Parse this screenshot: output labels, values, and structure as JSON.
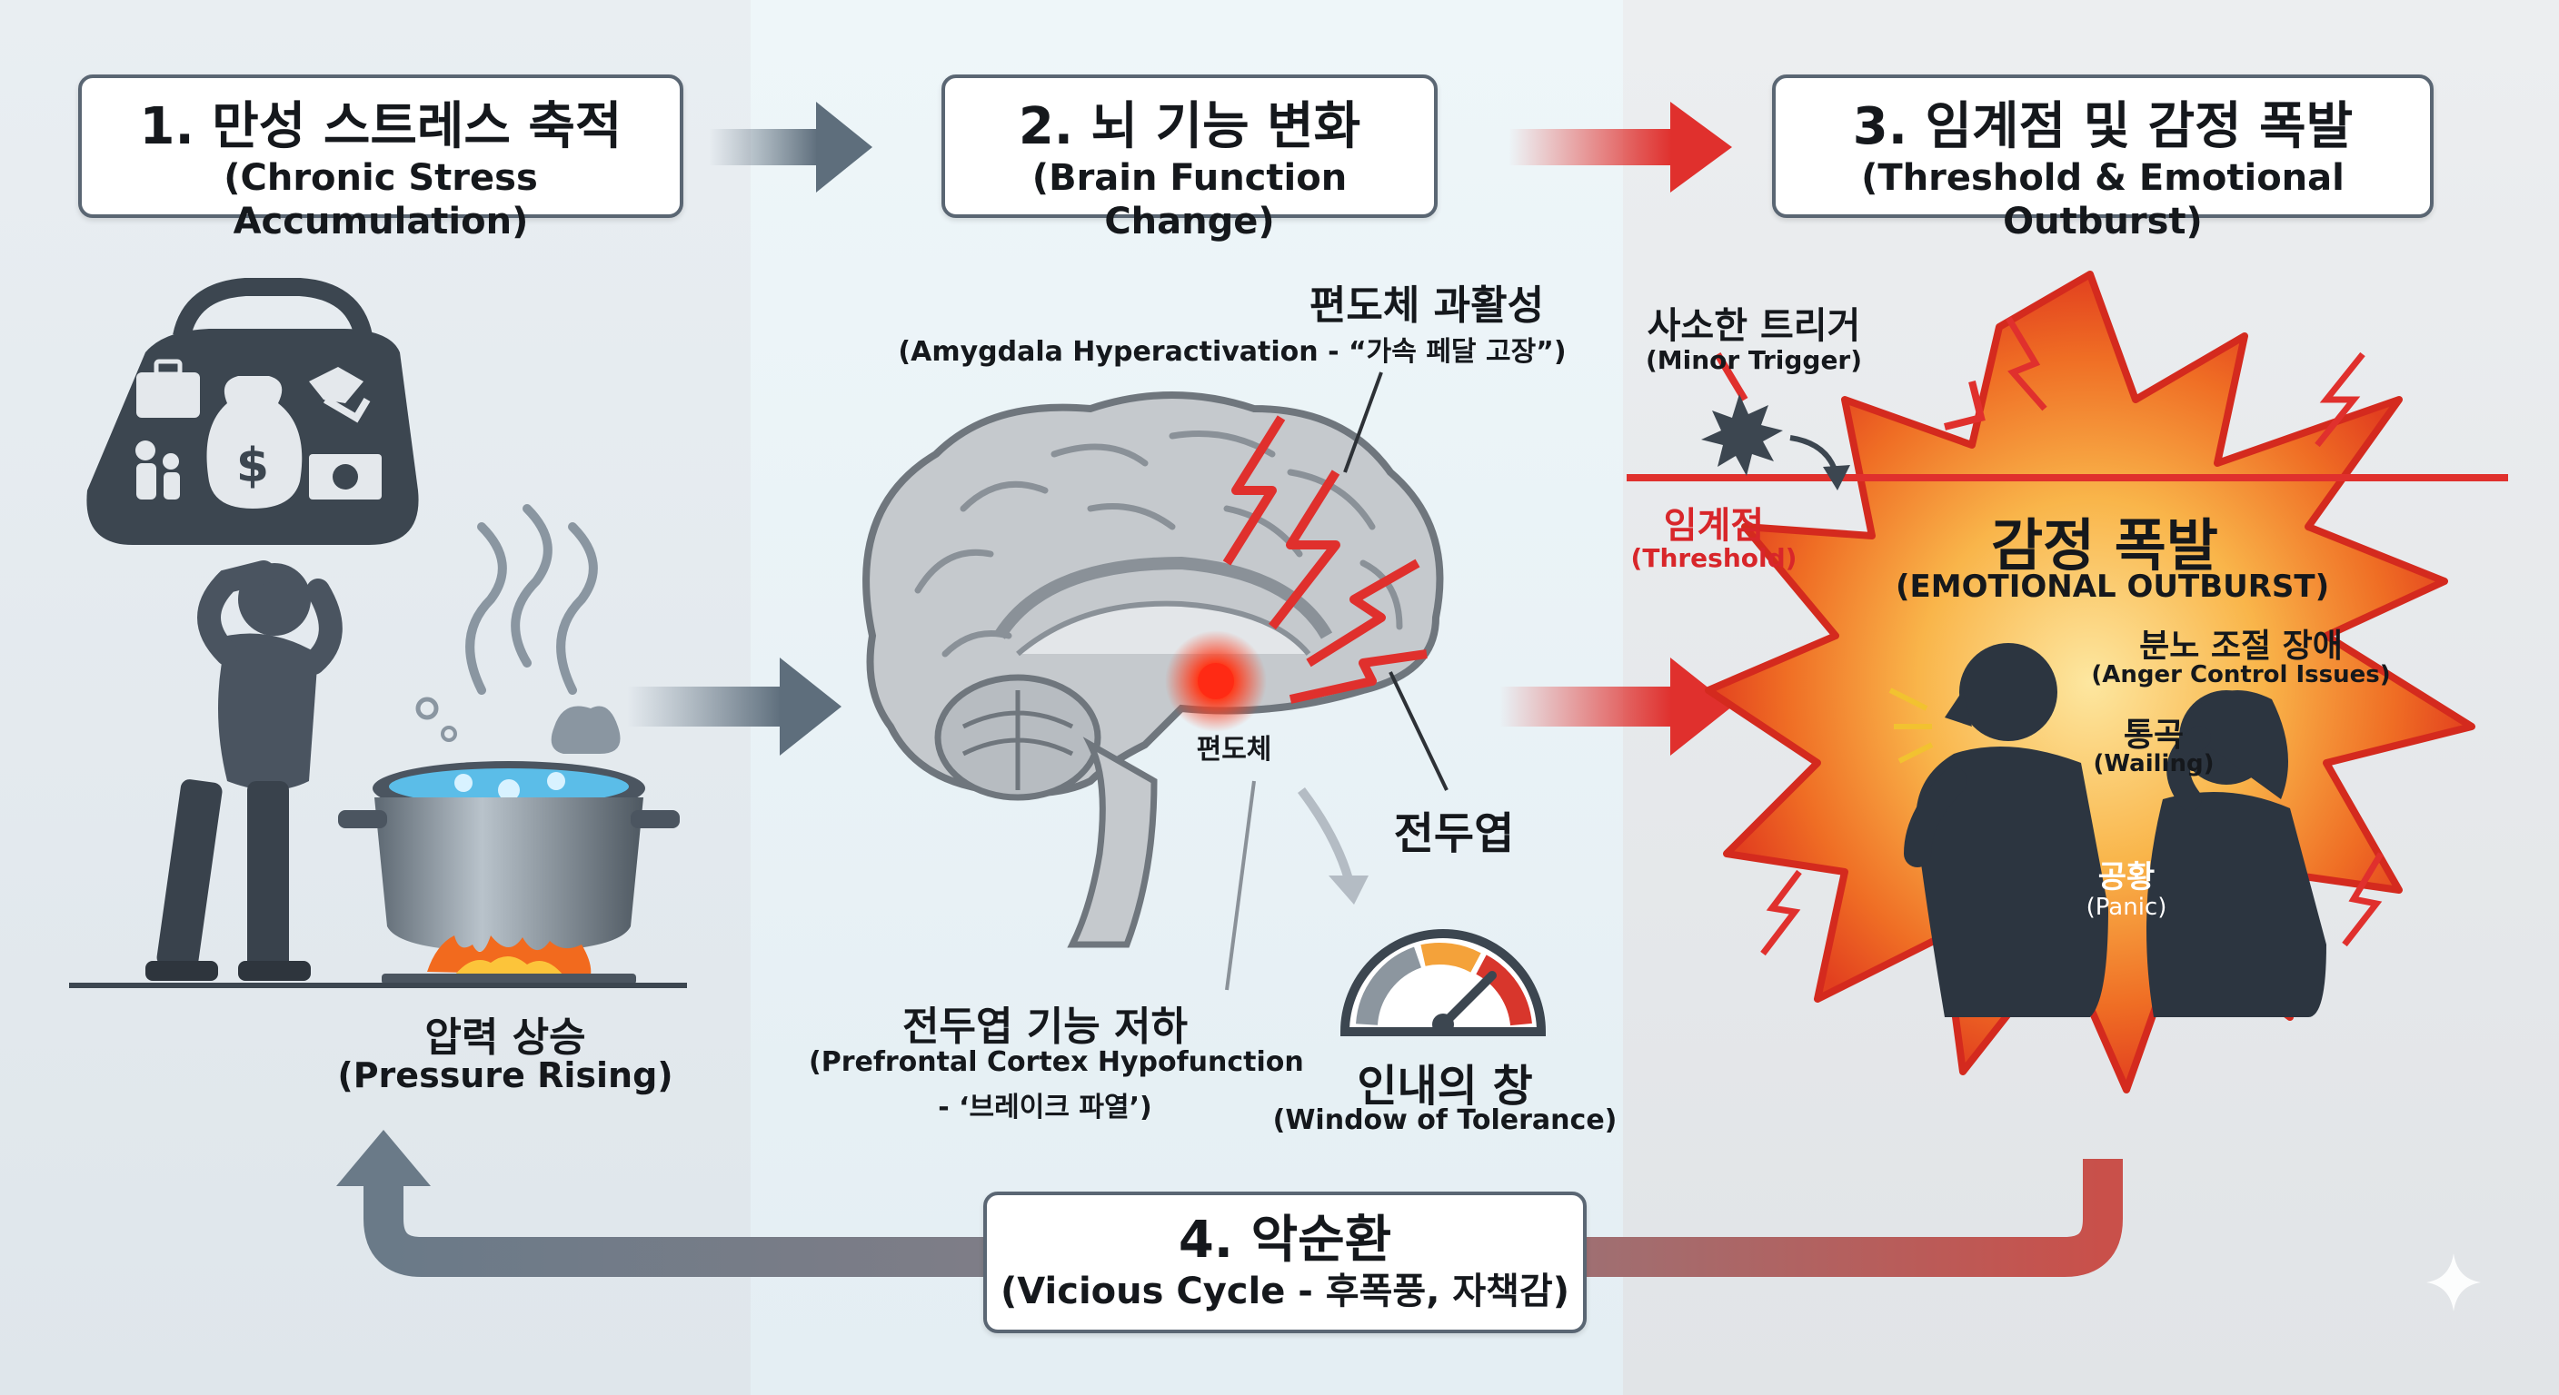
{
  "stages": [
    {
      "title": "1. 만성 스트레스 축적",
      "subtitle": "(Chronic Stress Accumulation)"
    },
    {
      "title": "2. 뇌 기능 변화",
      "subtitle": "(Brain Function Change)"
    },
    {
      "title": "3. 임계점 및 감정 폭발",
      "subtitle": "(Threshold & Emotional Outburst)"
    },
    {
      "title": "4. 악순환",
      "subtitle": "(Vicious Cycle - 후폭풍, 자책감)"
    }
  ],
  "stage1": {
    "pressure_title": "압력 상승",
    "pressure_subtitle": "(Pressure Rising)"
  },
  "stage2": {
    "amygdala_title": "편도체 과활성",
    "amygdala_subtitle": "(Amygdala Hyperactivation - “가속 페달 고장”)",
    "amygdala_label": "편도체",
    "frontal_label": "전두엽",
    "pfc_title": "전두엽 기능 저하",
    "pfc_subtitle_1": "(Prefrontal Cortex Hypofunction",
    "pfc_subtitle_2": "- ‘브레이크 파열’)",
    "window_title": "인내의 창",
    "window_subtitle": "(Window of Tolerance)"
  },
  "stage3": {
    "trigger_title": "사소한 트리거",
    "trigger_subtitle": "(Minor Trigger)",
    "threshold_title": "임계점",
    "threshold_subtitle": "(Threshold)",
    "outburst_title": "감정 폭발",
    "outburst_subtitle": "(EMOTIONAL OUTBURST)",
    "anger_title": "분노 조절 장애",
    "anger_subtitle": "(Anger Control Issues)",
    "wailing_title": "통곡",
    "wailing_subtitle": "(Wailing)",
    "panic_title": "공황",
    "panic_subtitle": "(Panic)"
  },
  "icons": {
    "dollar_symbol": "$"
  },
  "colors": {
    "slate": "#5a6673",
    "arrow_gray": "#6d7d8c",
    "alarm_red": "#e0302d",
    "explosion_orange": "#f08a24",
    "explosion_yellow": "#fbd35a"
  }
}
